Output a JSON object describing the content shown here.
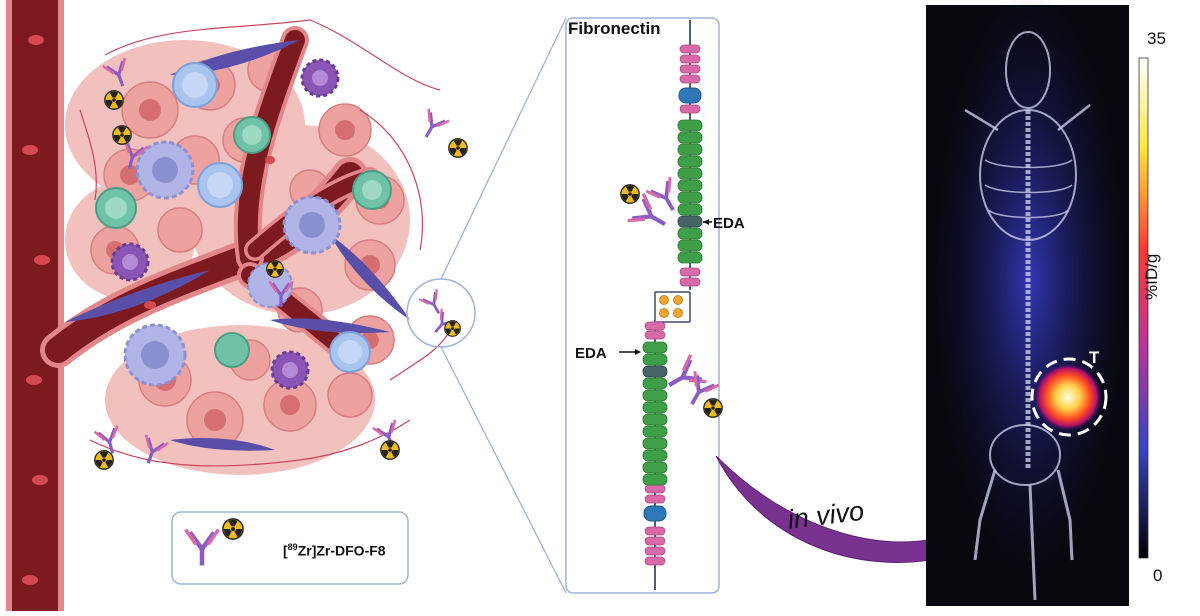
{
  "labels": {
    "fibronectin": "Fibronectin",
    "eda_upper": "EDA",
    "eda_lower": "EDA",
    "in_vivo": "in vivo",
    "tumor_marker": "T"
  },
  "legend": {
    "isotope_mass": "89",
    "isotope_symbol": "Zr",
    "compound_suffix": "Zr-DFO-F8"
  },
  "colorbar": {
    "max_label": "35",
    "min_label": "0",
    "unit_label": "%ID/g"
  },
  "colors": {
    "vessel": "#7c1a1f",
    "vessel_edge": "#e2868a",
    "cell_pink": "#eda2a0",
    "fibronectin_green": "#3f9e48",
    "fibronectin_pink": "#d86aa8",
    "fibronectin_blue": "#2f78b7",
    "arrow_purple": "#7a3290",
    "radio_yellow": "#f0bb1b",
    "panel_border": "#9fb3d6"
  },
  "icons": [
    "radioactive-icon",
    "antibody-icon"
  ]
}
